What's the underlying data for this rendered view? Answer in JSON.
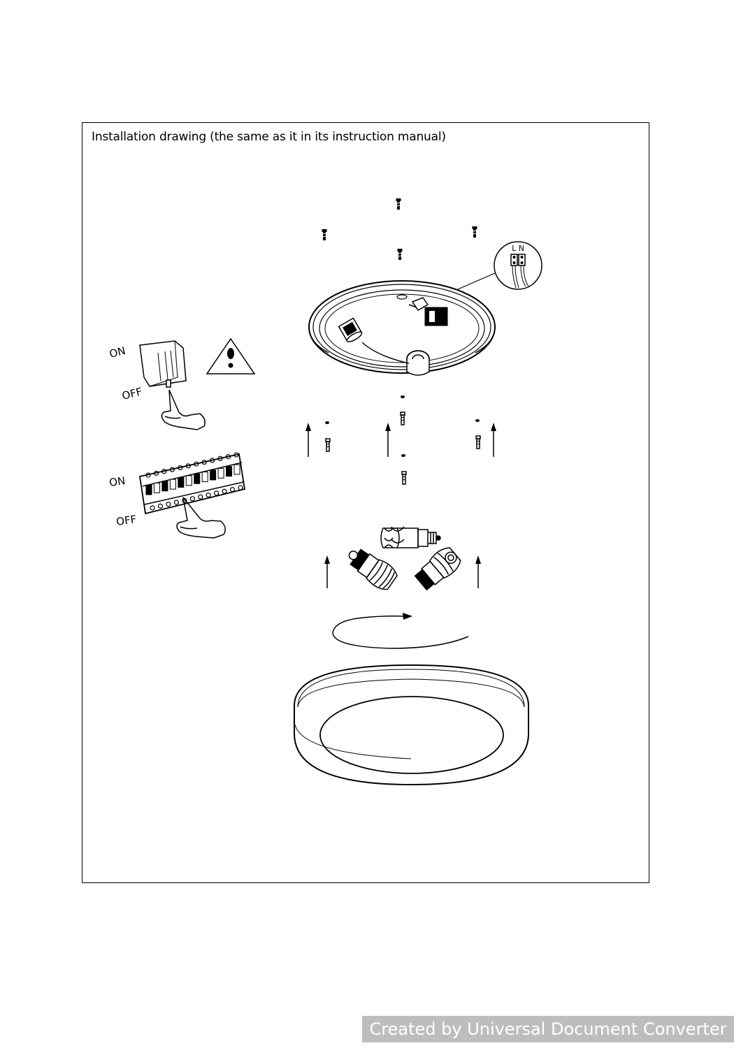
{
  "document": {
    "caption": "Installation drawing (the same as it in its instruction manual)"
  },
  "switch_panel": {
    "on_label": "ON",
    "off_label": "OFF"
  },
  "breaker_panel": {
    "on_label": "ON",
    "off_label": "OFF"
  },
  "terminal": {
    "label": "L N"
  },
  "watermark": {
    "text": "Created by Universal Document Converter"
  },
  "colors": {
    "ink": "#000000",
    "watermark_bg": "#bdbdbd",
    "watermark_text": "#ffffff"
  },
  "icons": [
    "screw-icon",
    "warning-triangle-icon",
    "hand-icon",
    "arrow-up-icon",
    "bulb-icon",
    "rotation-arrow-icon"
  ]
}
